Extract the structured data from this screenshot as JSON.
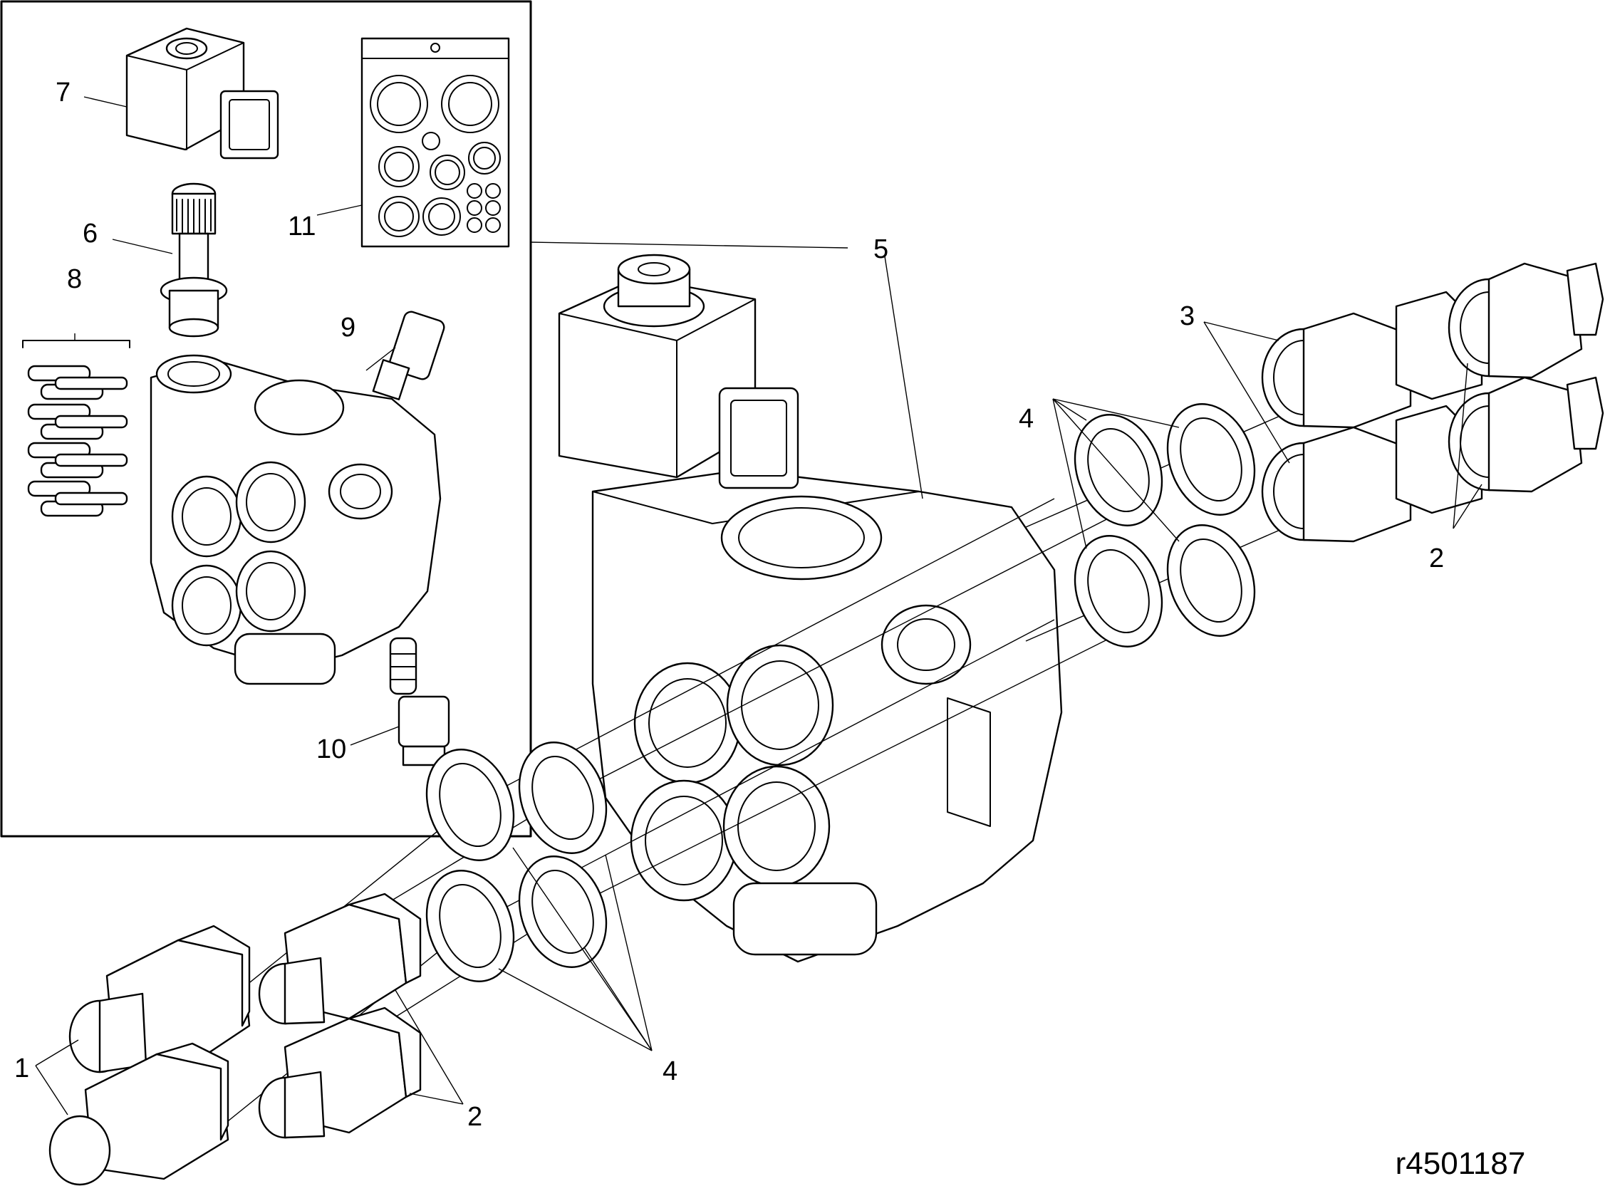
{
  "callouts": {
    "c1": "1",
    "c2": "2",
    "c3": "3",
    "c4": "4",
    "c5": "5",
    "c6": "6",
    "c7": "7",
    "c8": "8",
    "c9": "9",
    "c10": "10",
    "c11": "11"
  },
  "reference": "r4501187"
}
